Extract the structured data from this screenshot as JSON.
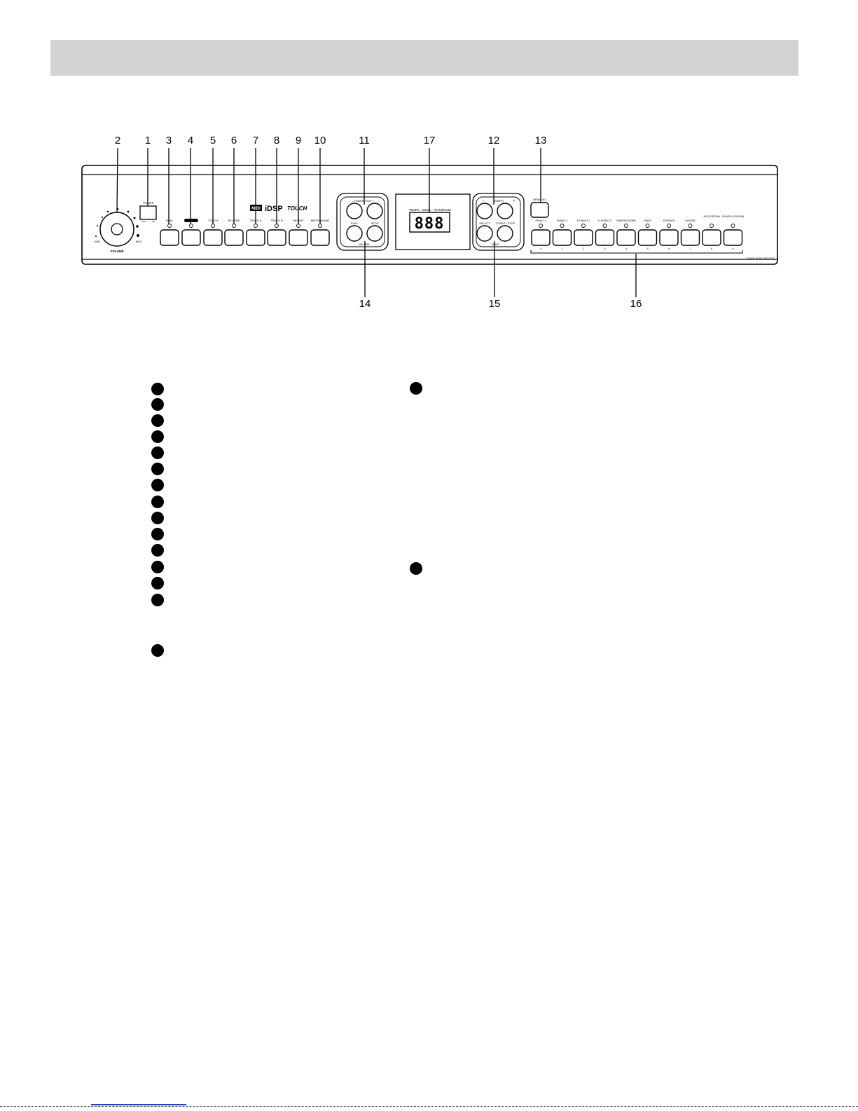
{
  "callouts_top": [
    "2",
    "1",
    "3",
    "4",
    "5",
    "6",
    "7",
    "8",
    "9",
    "10",
    "11",
    "17",
    "12",
    "13"
  ],
  "callouts_bottom": [
    "14",
    "15",
    "16"
  ],
  "panel": {
    "power_label": "POWER",
    "power_off": "OFF",
    "power_on": "ON",
    "volume_label": "VOLUME",
    "vol_min": "MIN",
    "vol_max": "MAX",
    "left_buttons": [
      "DUAL",
      "",
      "TOUCH",
      "RECORD",
      "TRACK A",
      "TRACK B",
      "REPEAT",
      "METRONOME"
    ],
    "logo_midi": "MIDI",
    "logo_dsp": "iDSP",
    "logo_touch": "TOUCH",
    "transpose_label": "– TRANSPOSE +",
    "play_label": "PLAY",
    "stop_label": "STOP",
    "record_group_label": "RECORD",
    "display_label": "TEMPO · SONG · TRANSPOSE",
    "display_value": "888",
    "tempo_label": "TEMPO",
    "tempo_minus": "–",
    "tempo_plus": "+",
    "select_label": "SELECT",
    "startstop_label": "START / STOP",
    "demo_group_label": "DEMO",
    "demo_all_label": "DEMO ALL",
    "voices": [
      {
        "name": "PIANO 1",
        "num": "0"
      },
      {
        "name": "PIANO 2",
        "num": "1"
      },
      {
        "name": "E.PIANO 1",
        "num": "2"
      },
      {
        "name": "E.PIANO 2",
        "num": "3"
      },
      {
        "name": "HARPSICHORD",
        "num": "4"
      },
      {
        "name": "VIBES",
        "num": "5"
      },
      {
        "name": "STRINGS",
        "num": "6"
      },
      {
        "name": "CHOIRS",
        "num": "7"
      },
      {
        "name": "JAZZ ORGAN",
        "num": "8"
      },
      {
        "name": "CHURCH ORGAN",
        "num": "9"
      }
    ],
    "demo_song_select": "DEMO SONG SELECT"
  }
}
